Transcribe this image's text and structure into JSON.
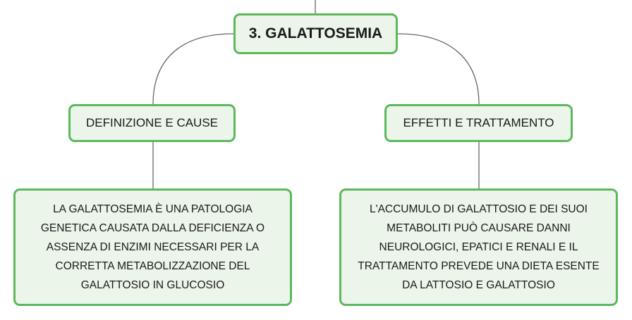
{
  "root": {
    "title": "3. GALATTOSEMIA"
  },
  "branches": [
    {
      "label": "DEFINIZIONE E CAUSE",
      "description": [
        "LA GALATTOSEMIA È UNA PATOLOGIA",
        "GENETICA CAUSATA DALLA DEFICIENZA O",
        "ASSENZA DI ENZIMI NECESSARI PER LA",
        "CORRETTA METABOLIZZAZIONE DEL",
        "GALATTOSIO IN GLUCOSIO"
      ]
    },
    {
      "label": "EFFETTI E TRATTAMENTO",
      "description": [
        "L'ACCUMULO DI GALATTOSIO E DEI SUOI",
        "METABOLITI PUÒ CAUSARE DANNI",
        "NEUROLOGICI, EPATICI E RENALI E IL",
        "TRATTAMENTO PREVEDE UNA DIETA ESENTE",
        "DA LATTOSIO E GALATTOSIO"
      ]
    }
  ],
  "colors": {
    "node_border": "#5cb85c",
    "node_fill": "#ebf5e9",
    "connector": "#666666"
  }
}
